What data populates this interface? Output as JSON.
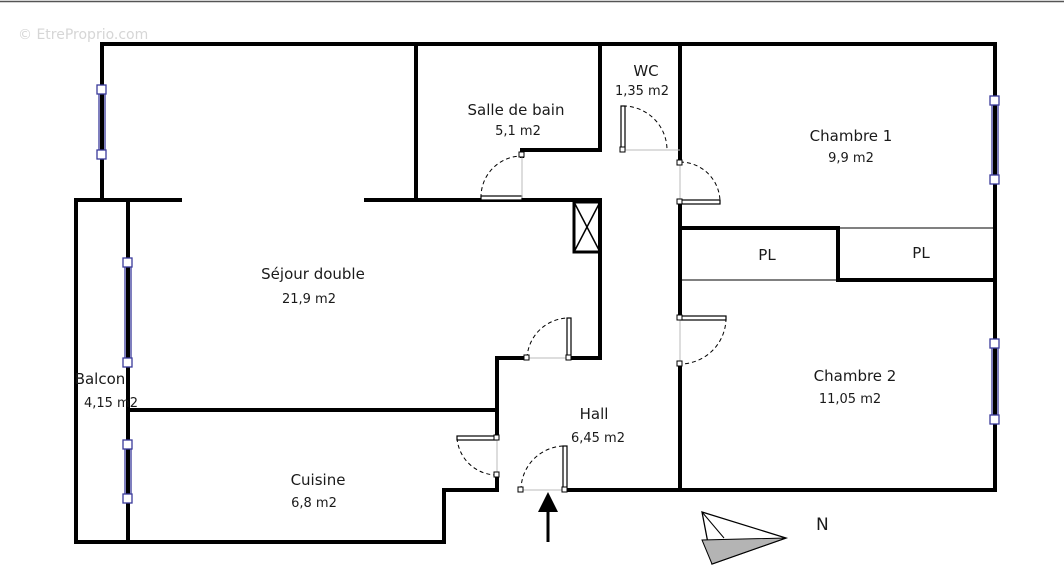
{
  "watermark": "© EtreProprio.com",
  "rooms": {
    "salle_de_bain": {
      "name": "Salle de bain",
      "area": "5,1 m2"
    },
    "wc": {
      "name": "WC",
      "area": "1,35 m2"
    },
    "chambre1": {
      "name": "Chambre 1",
      "area": "9,9 m2"
    },
    "sejour": {
      "name": "Séjour double",
      "area": "21,9 m2"
    },
    "pl1": {
      "name": "PL"
    },
    "pl2": {
      "name": "PL"
    },
    "balcon": {
      "name": "Balcon",
      "area": "4,15 m2"
    },
    "chambre2": {
      "name": "Chambre 2",
      "area": "11,05 m2"
    },
    "hall": {
      "name": "Hall",
      "area": "6,45 m2"
    },
    "cuisine": {
      "name": "Cuisine",
      "area": "6,8 m2"
    }
  },
  "compass": {
    "label": "N"
  },
  "colors": {
    "wall": "#000000",
    "window": "#3a3a9a",
    "compass_fill": "#b4b4b4"
  }
}
